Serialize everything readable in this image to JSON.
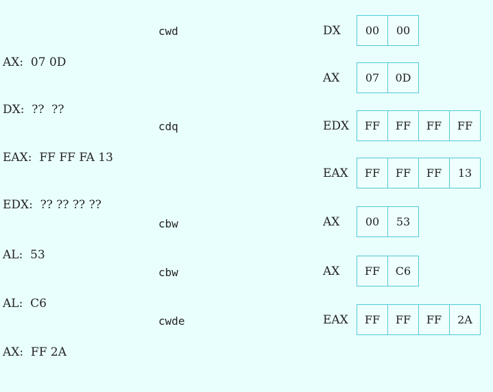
{
  "examples": [
    {
      "before": [
        "AX:  07 0D",
        "DX:  ??  ??"
      ],
      "instruction": "cwd",
      "results": [
        {
          "register": "DX",
          "bytes": [
            "00",
            "00"
          ]
        },
        {
          "register": "AX",
          "bytes": [
            "07",
            "0D"
          ]
        }
      ]
    },
    {
      "before": [
        "EAX:  FF FF FA 13",
        "EDX:  ?? ?? ?? ??"
      ],
      "instruction": "cdq",
      "results": [
        {
          "register": "EDX",
          "bytes": [
            "FF",
            "FF",
            "FF",
            "FF"
          ]
        },
        {
          "register": "EAX",
          "bytes": [
            "FF",
            "FF",
            "FF",
            "13"
          ]
        }
      ]
    },
    {
      "before": [
        "AL:  53"
      ],
      "instruction": "cbw",
      "results": [
        {
          "register": "AX",
          "bytes": [
            "00",
            "53"
          ]
        }
      ]
    },
    {
      "before": [
        "AL:  C6"
      ],
      "instruction": "cbw",
      "results": [
        {
          "register": "AX",
          "bytes": [
            "FF",
            "C6"
          ]
        }
      ]
    },
    {
      "before": [
        "AX:  FF 2A"
      ],
      "instruction": "cwde",
      "results": [
        {
          "register": "EAX",
          "bytes": [
            "FF",
            "FF",
            "FF",
            "2A"
          ]
        }
      ]
    }
  ]
}
